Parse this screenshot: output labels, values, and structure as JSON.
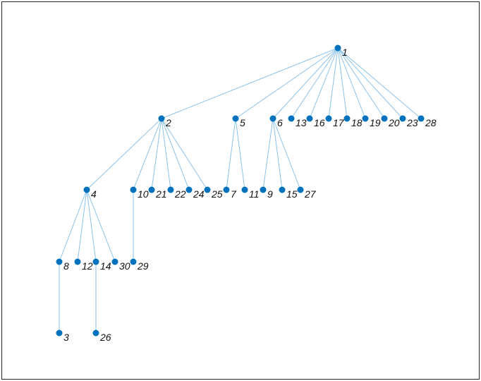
{
  "graph": {
    "type": "tree",
    "node_color": "#0072BD",
    "edge_color": "#8DC3E8",
    "nodes": [
      "1",
      "2",
      "3",
      "4",
      "5",
      "6",
      "7",
      "8",
      "9",
      "10",
      "11",
      "12",
      "13",
      "14",
      "15",
      "16",
      "17",
      "18",
      "19",
      "20",
      "21",
      "22",
      "23",
      "24",
      "25",
      "26",
      "27",
      "28",
      "29",
      "30"
    ],
    "edges": [
      [
        "1",
        "2"
      ],
      [
        "1",
        "5"
      ],
      [
        "1",
        "6"
      ],
      [
        "1",
        "13"
      ],
      [
        "1",
        "16"
      ],
      [
        "1",
        "17"
      ],
      [
        "1",
        "18"
      ],
      [
        "1",
        "19"
      ],
      [
        "1",
        "20"
      ],
      [
        "1",
        "23"
      ],
      [
        "1",
        "28"
      ],
      [
        "2",
        "4"
      ],
      [
        "2",
        "10"
      ],
      [
        "2",
        "21"
      ],
      [
        "2",
        "22"
      ],
      [
        "2",
        "24"
      ],
      [
        "2",
        "25"
      ],
      [
        "5",
        "7"
      ],
      [
        "5",
        "11"
      ],
      [
        "6",
        "9"
      ],
      [
        "6",
        "15"
      ],
      [
        "6",
        "27"
      ],
      [
        "4",
        "8"
      ],
      [
        "4",
        "12"
      ],
      [
        "4",
        "14"
      ],
      [
        "4",
        "30"
      ],
      [
        "10",
        "29"
      ],
      [
        "8",
        "3"
      ],
      [
        "14",
        "26"
      ]
    ]
  }
}
